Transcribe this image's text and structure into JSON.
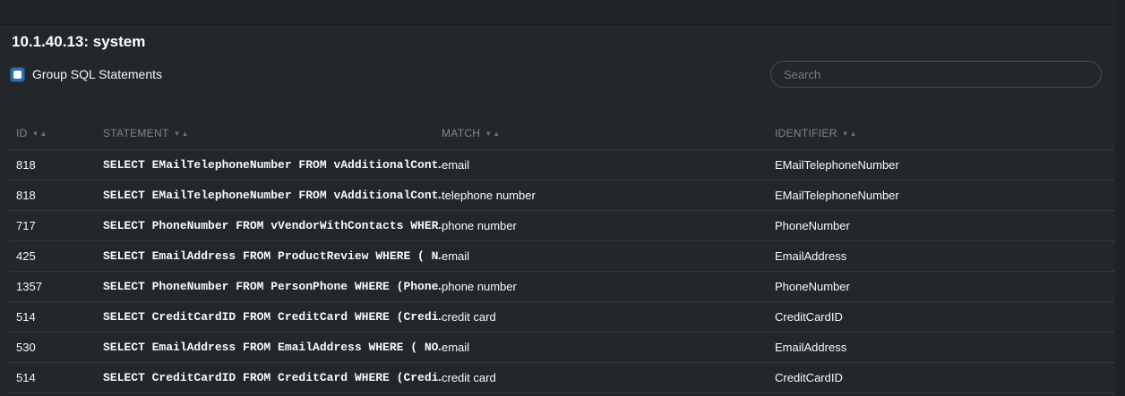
{
  "page": {
    "title": "10.1.40.13: system",
    "group_checkbox_label": "Group SQL Statements",
    "group_checkbox_checked": false,
    "search_placeholder": "Search",
    "search_value": ""
  },
  "table": {
    "sort_desc_icon": "▼",
    "sort_asc_icon": "▲",
    "columns": [
      {
        "key": "id",
        "label": "ID"
      },
      {
        "key": "statement",
        "label": "STATEMENT"
      },
      {
        "key": "match",
        "label": "MATCH"
      },
      {
        "key": "identifier",
        "label": "IDENTIFIER"
      }
    ],
    "rows": [
      {
        "id": "818",
        "statement": "SELECT EMailTelephoneNumber FROM vAdditionalCont…",
        "match": "email",
        "identifier": "EMailTelephoneNumber"
      },
      {
        "id": "818",
        "statement": "SELECT EMailTelephoneNumber FROM vAdditionalCont…",
        "match": "telephone number",
        "identifier": "EMailTelephoneNumber"
      },
      {
        "id": "717",
        "statement": "SELECT PhoneNumber FROM vVendorWithContacts WHER…",
        "match": "phone number",
        "identifier": "PhoneNumber"
      },
      {
        "id": "425",
        "statement": "SELECT EmailAddress FROM ProductReview WHERE ( N…",
        "match": "email",
        "identifier": "EmailAddress"
      },
      {
        "id": "1357",
        "statement": "SELECT PhoneNumber FROM PersonPhone WHERE (Phone…",
        "match": "phone number",
        "identifier": "PhoneNumber"
      },
      {
        "id": "514",
        "statement": "SELECT CreditCardID FROM CreditCard WHERE (Credi…",
        "match": "credit card",
        "identifier": "CreditCardID"
      },
      {
        "id": "530",
        "statement": "SELECT EmailAddress FROM EmailAddress WHERE ( NO…",
        "match": "email",
        "identifier": "EmailAddress"
      },
      {
        "id": "514",
        "statement": "SELECT CreditCardID FROM CreditCard WHERE (Credi…",
        "match": "credit card",
        "identifier": "CreditCardID"
      }
    ]
  },
  "colors": {
    "background": "#23272b",
    "divider": "#32383e",
    "checkbox_accent": "#2e6fb4",
    "text_primary": "#f8f9fa",
    "text_muted": "#82878c"
  }
}
